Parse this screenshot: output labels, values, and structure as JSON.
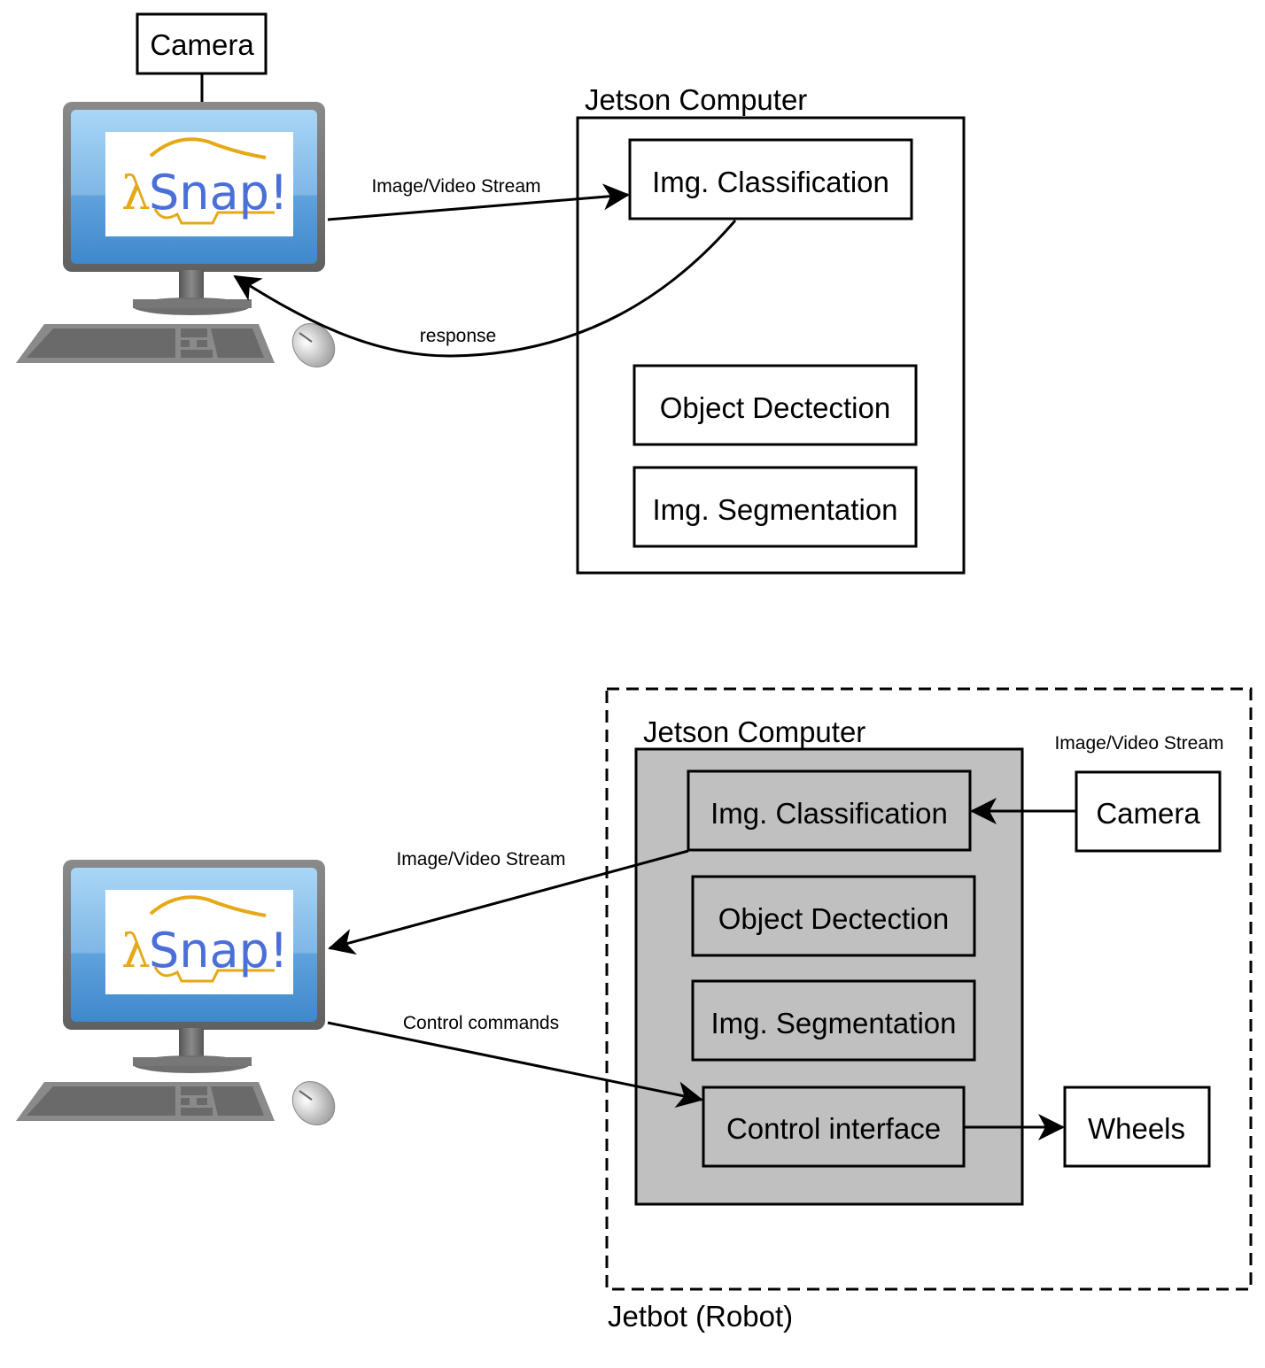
{
  "colors": {
    "monitor_frame": "#6b6b6b",
    "screen_blue": "#5aa0dc",
    "jetson_fill_bottom": "#c0c0c0",
    "snap_orange": "#e6a817",
    "snap_blue": "#4a6fd8"
  },
  "top": {
    "camera": "Camera",
    "snap_logo": "Snap!",
    "lambda": "λ",
    "jetson_title": "Jetson Computer",
    "modules": [
      "Img. Classification",
      "Object Dectection",
      "Img. Segmentation"
    ],
    "edge_stream": "Image/Video Stream",
    "edge_response": "response"
  },
  "bottom": {
    "robot_title": "Jetbot (Robot)",
    "jetson_title": "Jetson Computer",
    "modules": [
      "Img. Classification",
      "Object Dectection",
      "Img. Segmentation",
      "Control interface"
    ],
    "camera": "Camera",
    "wheels": "Wheels",
    "snap_logo": "Snap!",
    "lambda": "λ",
    "edge_camera_stream": "Image/Video Stream",
    "edge_stream": "Image/Video Stream",
    "edge_control": "Control commands"
  }
}
